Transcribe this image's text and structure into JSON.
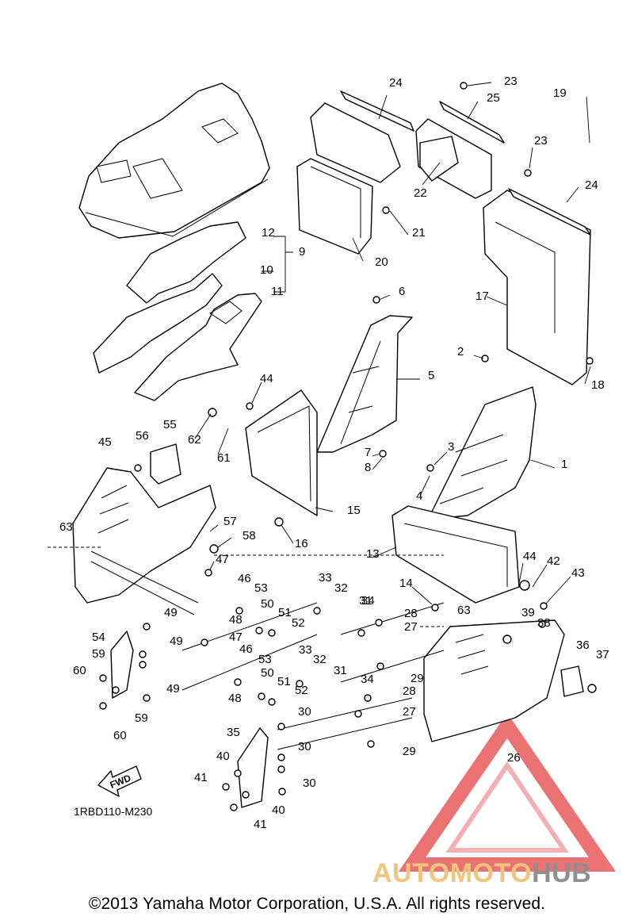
{
  "diagram": {
    "code": "1RBD110-M230",
    "direction_label": "FWD",
    "copyright": "©2013 Yamaha Motor Corporation, U.S.A. All rights reserved.",
    "watermark": {
      "part1": "AUTOMOTO",
      "part2": "HUB",
      "color_accent": "#f2c47e",
      "color_gray": "#8f8f8f",
      "triangle_color": "#e85a5a"
    },
    "callouts": [
      "1",
      "2",
      "3",
      "4",
      "5",
      "6",
      "7",
      "8",
      "9",
      "10",
      "11",
      "12",
      "13",
      "14",
      "15",
      "16",
      "17",
      "18",
      "19",
      "20",
      "21",
      "22",
      "23",
      "23",
      "24",
      "24",
      "25",
      "26",
      "27",
      "27",
      "28",
      "28",
      "29",
      "29",
      "30",
      "30",
      "30",
      "31",
      "31",
      "32",
      "32",
      "33",
      "33",
      "34",
      "34",
      "35",
      "36",
      "37",
      "38",
      "39",
      "40",
      "40",
      "41",
      "41",
      "42",
      "43",
      "44",
      "44",
      "45",
      "46",
      "46",
      "47",
      "47",
      "48",
      "48",
      "49",
      "49",
      "49",
      "50",
      "50",
      "51",
      "51",
      "52",
      "52",
      "53",
      "53",
      "54",
      "55",
      "56",
      "57",
      "58",
      "59",
      "59",
      "60",
      "60",
      "61",
      "62",
      "63",
      "63"
    ]
  }
}
